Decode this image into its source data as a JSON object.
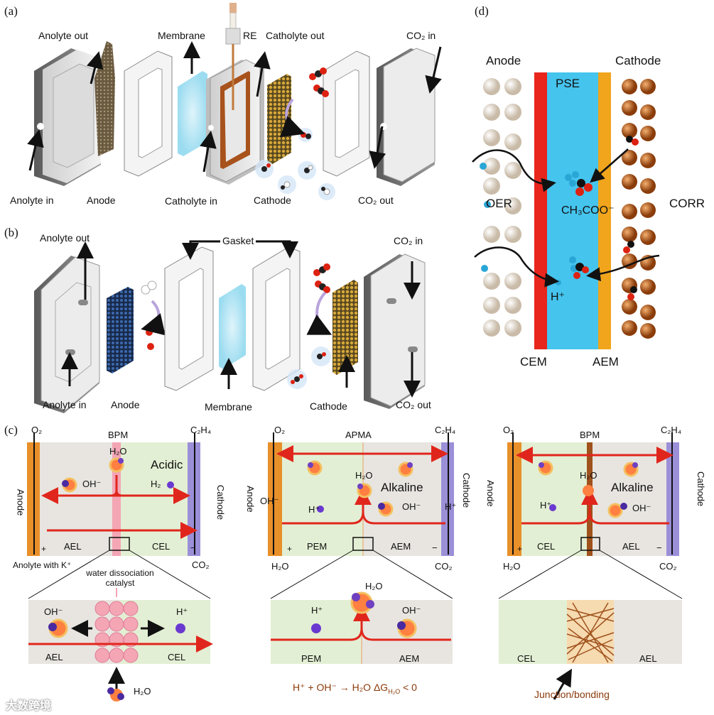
{
  "panel_a": {
    "tag": "(a)",
    "labels": {
      "anolyte_out": "Anolyte out",
      "membrane": "Membrane",
      "re": "RE",
      "catholyte_out": "Catholyte out",
      "co2_in": "CO₂ in",
      "anolyte_in": "Anolyte in",
      "anode": "Anode",
      "catholyte_in": "Catholyte in",
      "cathode": "Cathode",
      "co2_out": "CO₂ out"
    }
  },
  "panel_b": {
    "tag": "(b)",
    "labels": {
      "anolyte_out": "Anolyte out",
      "gasket": "Gasket",
      "co2_in": "CO₂ in",
      "anolyte_in": "Anolyte in",
      "anode": "Anode",
      "membrane": "Membrane",
      "cathode": "Cathode",
      "co2_out": "CO₂ out"
    }
  },
  "panel_c": {
    "tag": "(c)",
    "cell1": {
      "top_left": "O₂",
      "top_mid": "BPM",
      "top_right": "C₂H₄",
      "left_side": "Anode",
      "right_side": "Cathode",
      "water": "H₂O",
      "medium": "Acidic",
      "oh": "OH⁻",
      "h2": "H₂",
      "plus": "+",
      "minus": "−",
      "layer_left": "AEL",
      "layer_right": "CEL",
      "bottom_left": "Anolyte with K⁺",
      "bottom_right": "CO₂",
      "catalyst_label": "water dissociation catalyst",
      "zoom_oh": "OH⁻",
      "zoom_h": "H⁺",
      "zoom_left": "AEL",
      "zoom_right": "CEL",
      "zoom_water": "H₂O"
    },
    "cell2": {
      "top_left": "O₂",
      "top_mid": "APMA",
      "top_right": "C₂H₄",
      "left_side": "Anode",
      "right_side": "Cathode",
      "water": "H₂O",
      "medium": "Alkaline",
      "oh_left": "OH⁻",
      "h_left": "H⁺",
      "oh": "OH⁻",
      "h_right": "H⁺",
      "plus": "+",
      "minus": "−",
      "layer_left": "PEM",
      "layer_right": "AEM",
      "bottom_left": "H₂O",
      "bottom_right": "CO₂",
      "zoom_water": "H₂O",
      "zoom_h": "H⁺",
      "zoom_oh": "OH⁻",
      "zoom_left": "PEM",
      "zoom_right": "AEM",
      "equation": "H⁺ + OH⁻ → H₂O ΔG",
      "equation_tail": "< 0"
    },
    "cell3": {
      "top_left": "O₂",
      "top_mid": "BPM",
      "top_right": "C₂H₄",
      "left_side": "Anode",
      "right_side": "Cathode",
      "water": "H₂O",
      "medium": "Alkaline",
      "h": "H⁺",
      "oh": "OH⁻",
      "plus": "+",
      "minus": "−",
      "layer_left": "CEL",
      "layer_right": "AEL",
      "bottom_left": "H₂O",
      "bottom_right": "CO₂",
      "zoom_left": "CEL",
      "zoom_right": "AEL",
      "junction": "Junction/bonding"
    }
  },
  "panel_d": {
    "tag": "(d)",
    "anode": "Anode",
    "cathode": "Cathode",
    "pse": "PSE",
    "oer": "OER",
    "corr": "CORR",
    "acetate": "CH₃COO⁻",
    "h": "H⁺",
    "cem": "CEM",
    "aem": "AEM"
  },
  "watermark": "大数跨境",
  "colors": {
    "red_arrow": "#e0261c",
    "orange_plate": "#e8902a",
    "purple_plate": "#9b8fd8",
    "pse_blue": "#45c4ee",
    "cem_red": "#e8261c",
    "aem_orange": "#f0a51c",
    "pink_bpm": "#f4a6b5",
    "green_bg": "#e3efd4",
    "grey_bg": "#e8e5e0"
  }
}
